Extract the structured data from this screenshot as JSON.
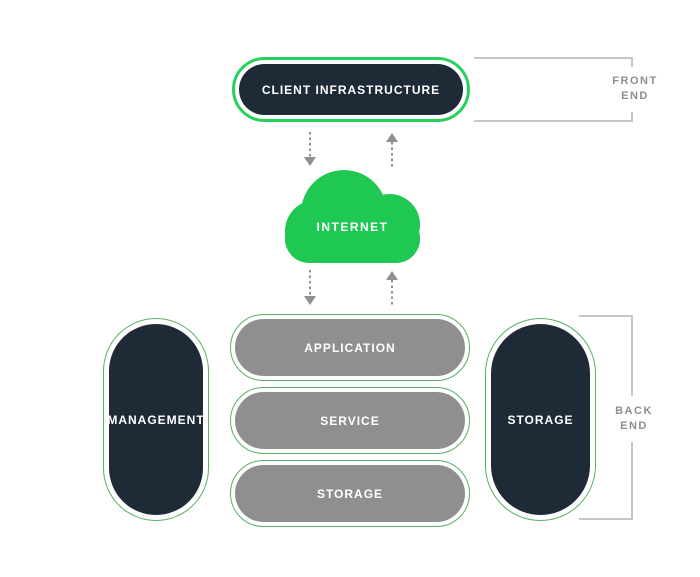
{
  "diagram": {
    "nodes": {
      "client_infrastructure": "CLIENT INFRASTRUCTURE",
      "internet": "INTERNET",
      "application": "APPLICATION",
      "service": "SERVICE",
      "storage": "STORAGE",
      "management": "MANAGEMENT",
      "storage_right": "STORAGE"
    },
    "front_end_label": {
      "line1": "FRONT",
      "line2": "END"
    },
    "back_end_label": {
      "line1": "BACK",
      "line2": "END"
    },
    "colors": {
      "green_bright": "#28D15F",
      "green_cloud": "#1EC853",
      "green_outline_thin": "#58B066",
      "dark_navy": "#1F2A37",
      "gray_pill": "#8F8F8F",
      "gray_bracket": "#C6C6C6",
      "gray_label": "#8E8E8E",
      "gray_arrow": "#909090"
    }
  }
}
